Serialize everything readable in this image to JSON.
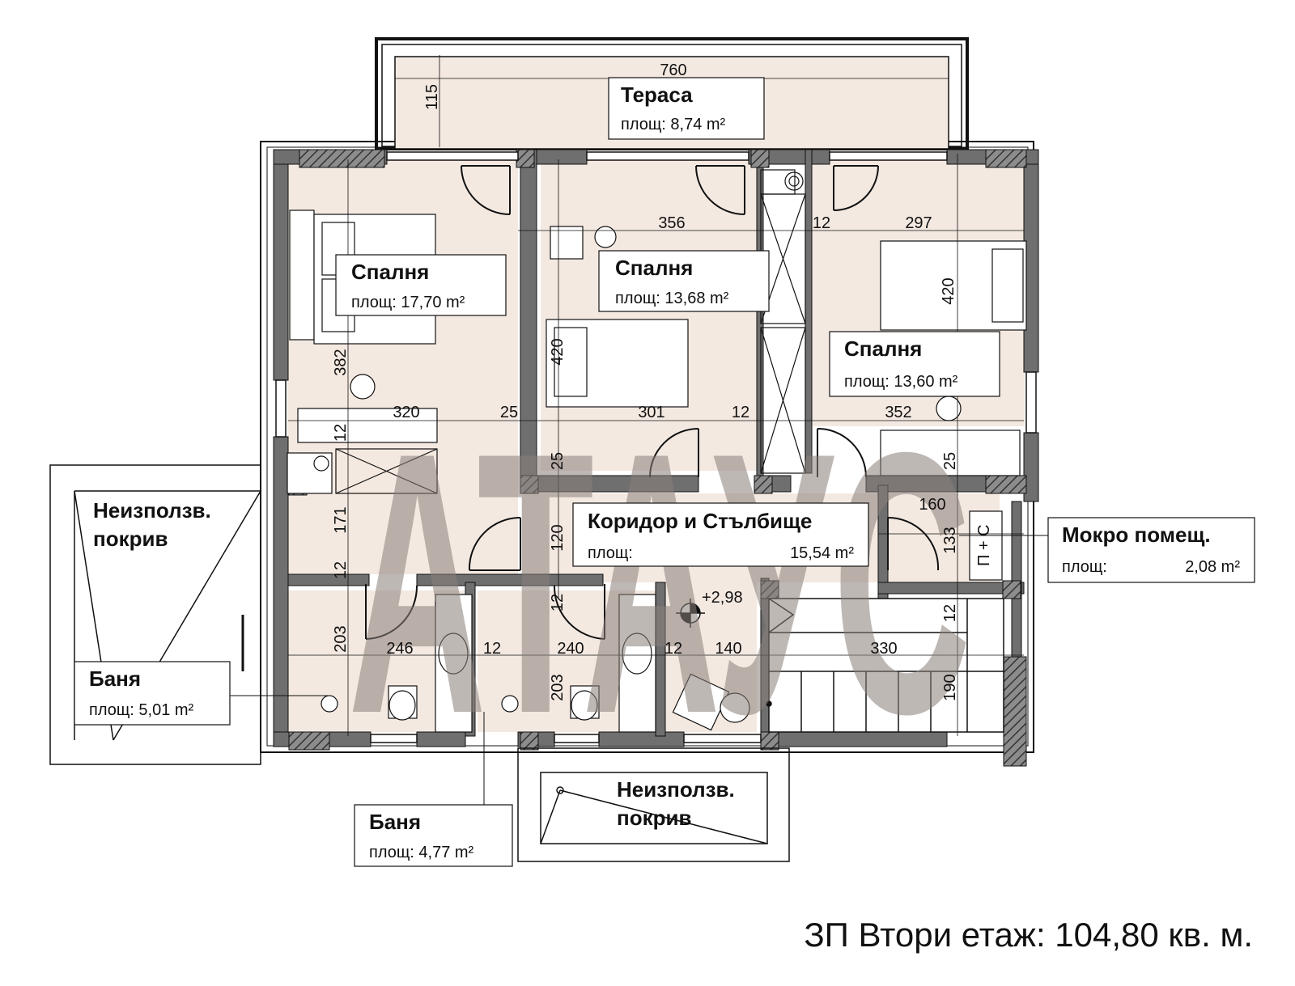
{
  "rooms": {
    "terrace": {
      "title": "Тераса",
      "area": "площ: 8,74 m²"
    },
    "bedroom1": {
      "title": "Спалня",
      "area": "площ: 17,70 m²"
    },
    "bedroom2": {
      "title": "Спалня",
      "area": "площ: 13,68 m²"
    },
    "bedroom3": {
      "title": "Спалня",
      "area": "площ: 13,60 m²"
    },
    "corridor": {
      "title": "Коридор и Стълбище",
      "area_label": "площ:",
      "area_value": "15,54 m²"
    },
    "wet_room": {
      "title": "Мокро помещ.",
      "area_label": "площ:",
      "area_value": "2,08 m²"
    },
    "bath1": {
      "title": "Баня",
      "area": "площ: 5,01 m²"
    },
    "bath2": {
      "title": "Баня",
      "area": "площ: 4,77 m²"
    }
  },
  "roofs": {
    "left": {
      "line1": "Неизползв.",
      "line2": "покрив"
    },
    "bottom": {
      "line1": "Неизползв.",
      "line2": "покрив"
    }
  },
  "dimensions": {
    "d760": "760",
    "d115": "115",
    "d356": "356",
    "d12a": "12",
    "d297": "297",
    "d420a": "420",
    "d420b": "420",
    "d382": "382",
    "d320": "320",
    "d25a": "25",
    "d301": "301",
    "d12b": "12",
    "d352": "352",
    "d12c": "12",
    "d25b": "25",
    "d25c": "25",
    "d171": "171",
    "d120": "120",
    "d160": "160",
    "d133": "133",
    "d12d": "12",
    "d12e": "12",
    "d12f": "12",
    "d203a": "203",
    "d246": "246",
    "d12g": "12",
    "d240": "240",
    "d12h": "12",
    "d140": "140",
    "d330": "330",
    "d203b": "203",
    "d190": "190"
  },
  "level_mark": "+2,98",
  "fixture_label": "П + С",
  "watermark": "АТАУС",
  "caption": "ЗП Втори етаж: 104,80 кв. м.",
  "colors": {
    "floor": "#f4e9e1",
    "wall": "#6f6f6f",
    "line": "#111111",
    "watermark": "#8a7f7a"
  }
}
